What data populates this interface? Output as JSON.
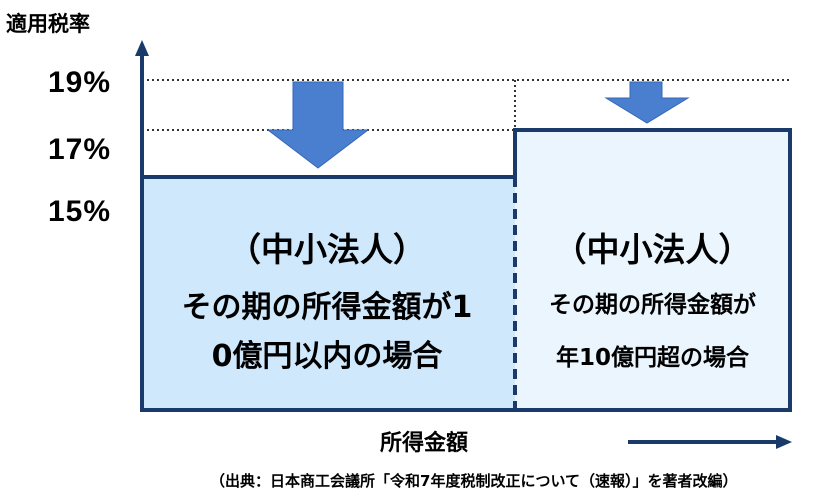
{
  "axis": {
    "ylabel": "適用税率",
    "xlabel": "所得金額",
    "ticks": [
      "19%",
      "17%",
      "15%"
    ]
  },
  "boxes": {
    "left": {
      "line1": "（中小法人）",
      "line2": "その期の所得金額が1",
      "line3": "0億円以内の場合",
      "fill": "#cfe8fb",
      "rate_before": "19%",
      "rate_after": "15%"
    },
    "right": {
      "line1": "（中小法人）",
      "line2": "その期の所得金額が",
      "line3": "年10億円超の場合",
      "fill": "#eaf5fd",
      "rate_before": "19%",
      "rate_after": "17%"
    }
  },
  "source": "（出典：日本商工会議所「令和7年度税制改正について（速報）」を著者改編）",
  "colors": {
    "outline": "#1a3a6b",
    "arrow": "#4a7fd0"
  },
  "icons": [
    "down-arrow-icon",
    "right-arrow-icon",
    "up-arrow-icon"
  ]
}
